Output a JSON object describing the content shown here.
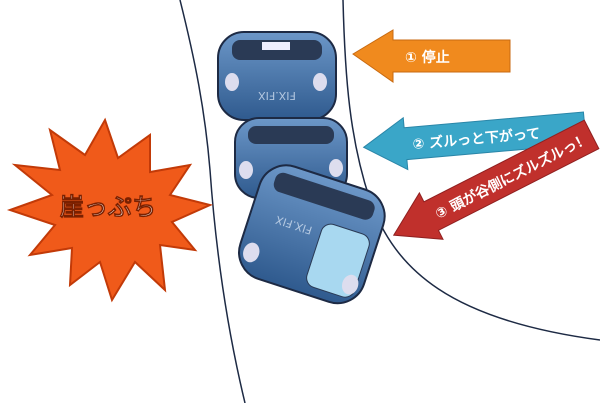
{
  "burst": {
    "text": "崖っぷち",
    "color": "#f05a1a"
  },
  "arrows": [
    {
      "label": "① 停止",
      "color": "#f08a1e"
    },
    {
      "label": "② ズルっと下がって",
      "color": "#3aa6c8"
    },
    {
      "label": "③ 頭が谷側にズルズルっ！",
      "color": "#c0302c"
    }
  ],
  "bus": {
    "color": "#4a78b0",
    "plate": "FIX.FIX"
  }
}
